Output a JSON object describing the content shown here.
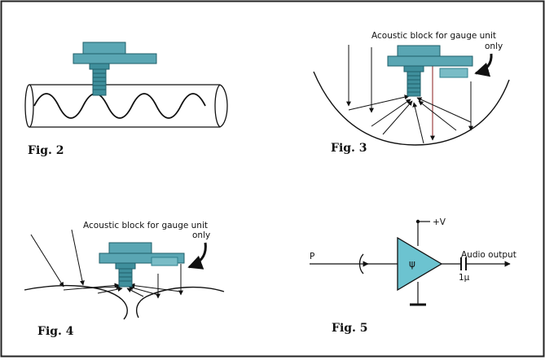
{
  "colors": {
    "sensor": "#5aa6b3",
    "sensor_dark": "#2f7f8c",
    "stud": "#3f8f9c",
    "line": "#111111",
    "block": "#79bcc6",
    "amplifier": "#6cc3d0",
    "frame": "#222222"
  },
  "fig2": {
    "label": "Fig. 2"
  },
  "fig3": {
    "label": "Fig. 3",
    "annotation_line1": "Acoustic block for gauge unit",
    "annotation_line2": "only"
  },
  "fig4": {
    "label": "Fig. 4",
    "annotation_line1": "Acoustic block for gauge unit",
    "annotation_line2": "only"
  },
  "fig5": {
    "label": "Fig. 5",
    "input_label": "P",
    "supply_label": "+V",
    "amp_symbol": "ψ",
    "output_label": "Audio output",
    "cap_label": "1μ"
  }
}
